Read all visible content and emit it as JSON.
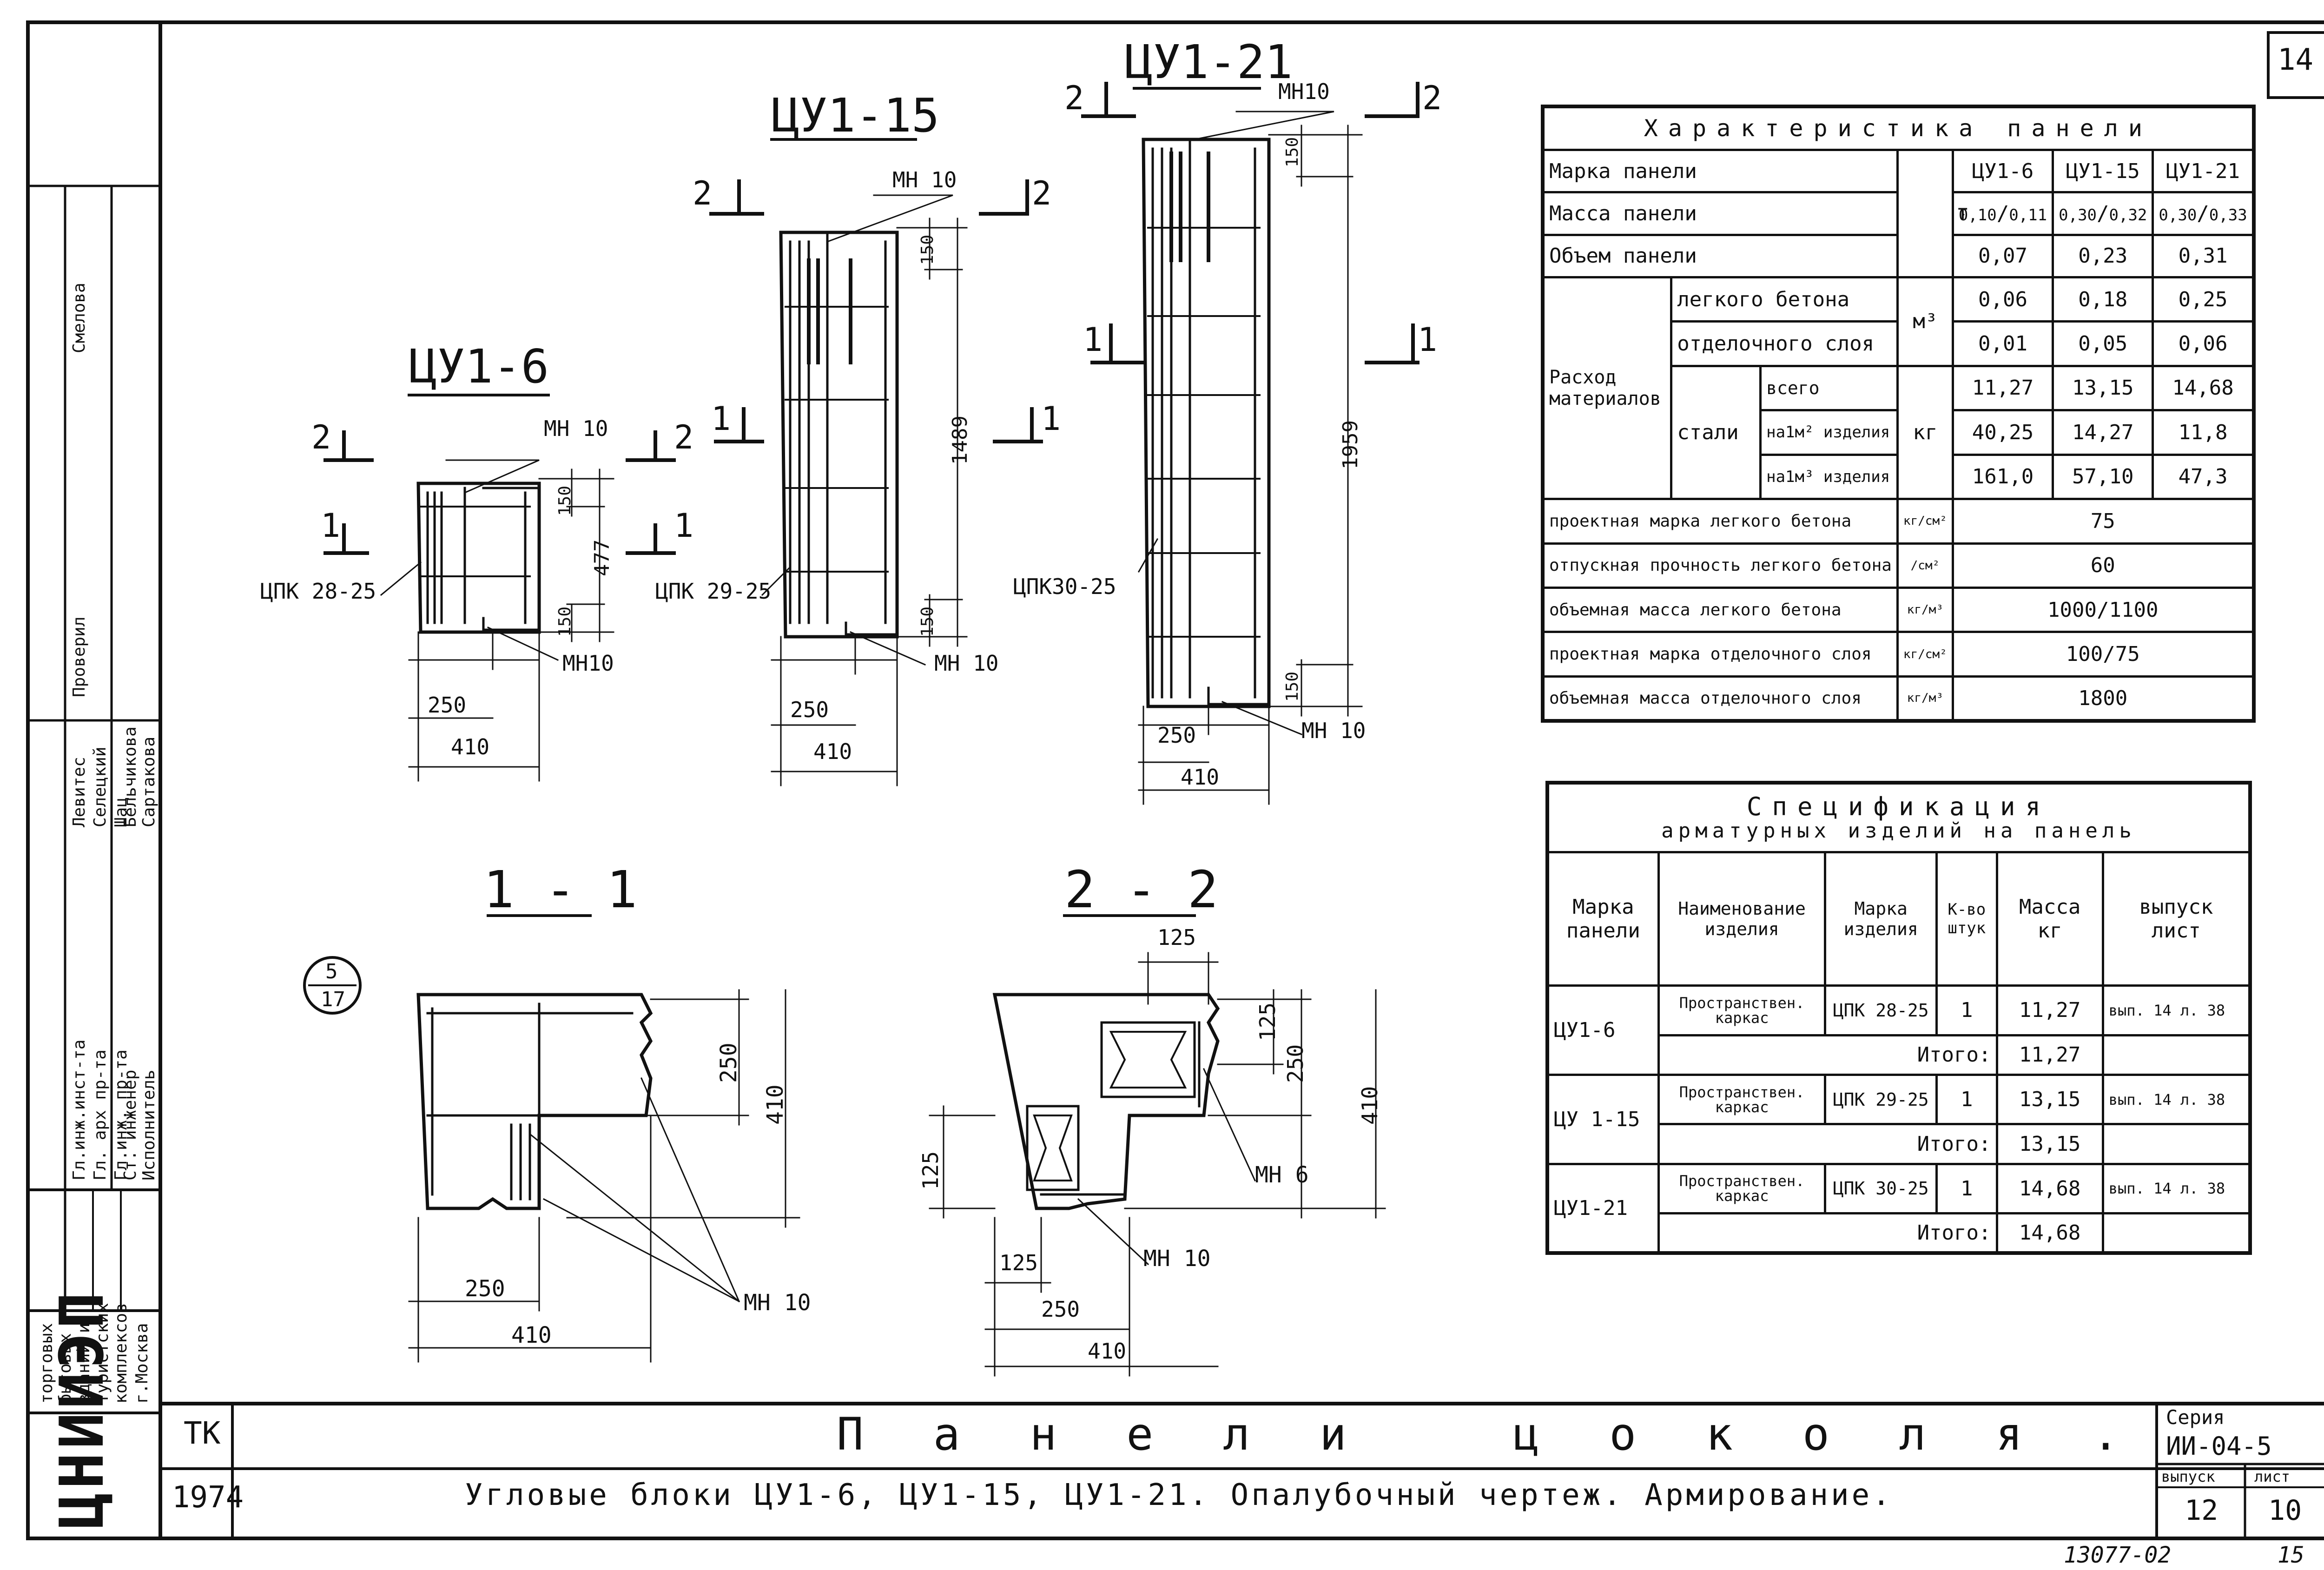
{
  "sheet_no": "14",
  "bottom_note": "13077-02",
  "bottom_page": "15",
  "org": {
    "logo": "ЦНИИЭП",
    "lines": [
      "торговых",
      "бытовых",
      "зданий и",
      "туристских",
      "комплексов",
      "г.Москва"
    ]
  },
  "stamp": {
    "roles": [
      "Гл.инж.инст-та",
      "Гл. арх пр-та",
      "Гл.инж. пр-та",
      "Ст. инженер",
      "Исполнитель"
    ],
    "names": [
      "Левитес",
      "Селецкий",
      "Шац",
      "Бельчикова",
      "Сартакова"
    ],
    "extra_role": "Проверил",
    "extra_name": "Смелова"
  },
  "drawings": {
    "p6": {
      "title": "ЦУ1-6",
      "frame": "ЦПК 28-25",
      "mesh_top": "МН 10",
      "mesh_bot": "МН10",
      "h": "477",
      "d1": "150",
      "d2": "150",
      "w1": "250",
      "w2": "410"
    },
    "p15": {
      "title": "ЦУ1-15",
      "frame": "ЦПК 29-25",
      "mesh_top": "МН 10",
      "mesh_bot": "МН 10",
      "h": "1489",
      "d1": "150",
      "d2": "150",
      "w1": "250",
      "w2": "410"
    },
    "p21": {
      "title": "ЦУ1-21",
      "frame": "ЦПК30-25",
      "mesh_top": "МН10",
      "mesh_bot": "МН 10",
      "h": "1959",
      "d1": "150",
      "d2": "150",
      "w1": "250",
      "w2": "410"
    },
    "marks": {
      "one": "1",
      "two": "2"
    },
    "sec11": {
      "title": "1 - 1",
      "d250v": "250",
      "d410v": "410",
      "d250h": "250",
      "d410h": "410",
      "mesh": "МН 10",
      "ref_num": "5",
      "ref_den": "17"
    },
    "sec22": {
      "title": "2 - 2",
      "d125t": "125",
      "d125r": "125",
      "d250v": "250",
      "d410v": "410",
      "d125l": "125",
      "d125b": "125",
      "d250h": "250",
      "d410h": "410",
      "mesh6": "МН 6",
      "mesh10": "МН 10"
    }
  },
  "char_table": {
    "title": "Характеристика панели",
    "rows": {
      "mark": {
        "label": "Марка панели",
        "vals": [
          "ЦУ1-6",
          "ЦУ1-15",
          "ЦУ1-21"
        ]
      },
      "mass": {
        "label": "Масса панели",
        "unit": "т",
        "vals": [
          [
            "0,10",
            "0,11"
          ],
          [
            "0,30",
            "0,32"
          ],
          [
            "0,30",
            "0,33"
          ]
        ]
      },
      "volume": {
        "label": "Объем панели",
        "vals": [
          "0,07",
          "0,23",
          "0,31"
        ]
      },
      "light": {
        "label": "легкого бетона",
        "vals": [
          "0,06",
          "0,18",
          "0,25"
        ]
      },
      "finish": {
        "label": "отделочного слоя",
        "vals": [
          "0,01",
          "0,05",
          "0,06"
        ]
      },
      "steel_total": {
        "label": "всего",
        "vals": [
          "11,27",
          "13,15",
          "14,68"
        ]
      },
      "steel_m2": {
        "label": "на1м² изделия",
        "vals": [
          "40,25",
          "14,27",
          "11,8"
        ]
      },
      "steel_m3": {
        "label": "на1м³ изделия",
        "vals": [
          "161,0",
          "57,10",
          "47,3"
        ]
      }
    },
    "group_label": "Расход материалов",
    "steel_label": "стали",
    "unit_m3": "м³",
    "unit_kg": "кг",
    "props": [
      {
        "label": "проектная марка легкого бетона",
        "unit": "кг/см²",
        "val": "75"
      },
      {
        "label": "отпускная прочность легкого бетона",
        "unit": "/см²",
        "val": "60"
      },
      {
        "label": "объемная масса легкого бетона",
        "unit": "кг/м³",
        "val": "1000/1100"
      },
      {
        "label": "проектная марка отделочного слоя",
        "unit": "кг/см²",
        "val": "100/75"
      },
      {
        "label": "объемная масса отделочного слоя",
        "unit": "кг/м³",
        "val": "1800"
      }
    ]
  },
  "spec_table": {
    "title1": "Спецификация",
    "title2": "арматурных изделий на панель",
    "headers": [
      "Марка панели",
      "Наименование изделия",
      "Марка изделия",
      "К-во штук",
      "Масса кг",
      "выпуск лист"
    ],
    "rows": [
      {
        "panel": "ЦУ1-6",
        "name": "Пространствен. каркас",
        "item": "ЦПК 28-25",
        "qty": "1",
        "mass": "11,27",
        "ref": "вып. 14 л. 38",
        "total_label": "Итого:",
        "total": "11,27"
      },
      {
        "panel": "ЦУ 1-15",
        "name": "Пространствен. каркас",
        "item": "ЦПК 29-25",
        "qty": "1",
        "mass": "13,15",
        "ref": "вып. 14 л. 38",
        "total_label": "Итого:",
        "total": "13,15"
      },
      {
        "panel": "ЦУ1-21",
        "name": "Пространствен. каркас",
        "item": "ЦПК 30-25",
        "qty": "1",
        "mass": "14,68",
        "ref": "вып. 14 л. 38",
        "total_label": "Итого:",
        "total": "14,68"
      }
    ]
  },
  "title_block": {
    "tk": "ТК",
    "year": "1974",
    "main_title": "Панели цоколя.",
    "subtitle": "Угловые блоки ЦУ1-6, ЦУ1-15, ЦУ1-21. Опалубочный чертеж. Армирование.",
    "series_label": "Серия",
    "series": "ИИ-04-5",
    "issue_label": "выпуск",
    "issue": "12",
    "sheet_label": "лист",
    "sheet": "10"
  }
}
